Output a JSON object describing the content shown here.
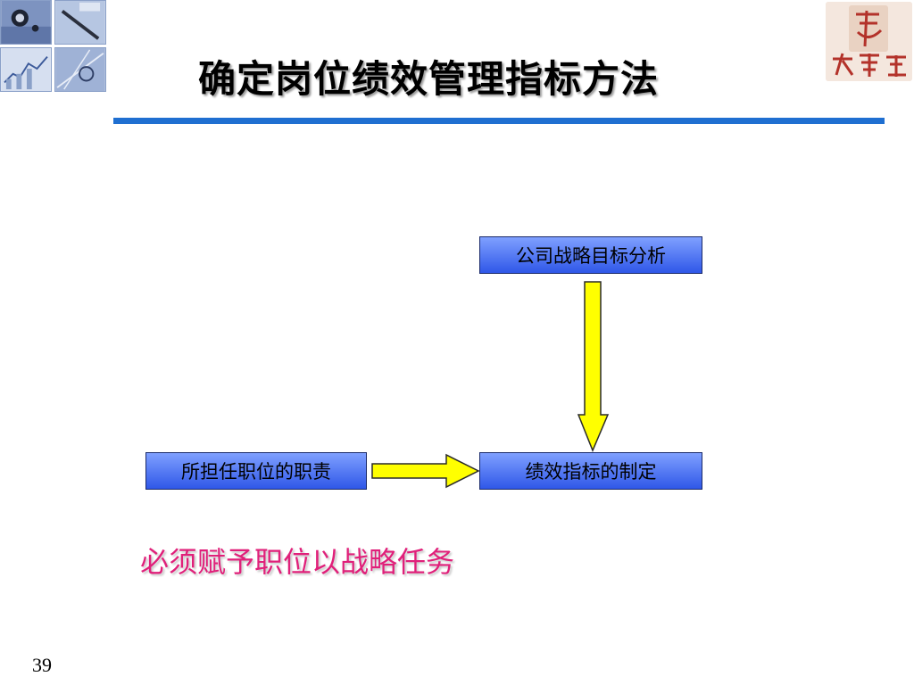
{
  "slide": {
    "title": "确定岗位绩效管理指标方法",
    "page_number": "39",
    "conclusion": "必须赋予职位以战略任务"
  },
  "diagram": {
    "nodes": {
      "strategy": "公司战略目标分析",
      "duty": "所担任职位的职责",
      "kpi": "绩效指标的制定"
    },
    "edges": [
      {
        "from": "strategy",
        "to": "kpi"
      },
      {
        "from": "duty",
        "to": "kpi"
      }
    ]
  },
  "colors": {
    "title_rule": "#1f6fd1",
    "box_fill": "#4a70f0",
    "arrow_fill": "#ffff00",
    "conclusion_text": "#e0207a"
  },
  "images": {
    "photo_tiles": [
      "compass-photo",
      "pen-photo",
      "chart-photo",
      "drafting-photo"
    ],
    "logo": "company-logo"
  }
}
